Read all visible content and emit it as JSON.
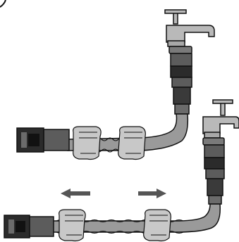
{
  "diagram": {
    "panels": [
      {
        "id": "top",
        "state": "hose-held-together"
      },
      {
        "id": "bottom",
        "state": "hose-stretched",
        "arrows": [
          "left",
          "right"
        ]
      }
    ],
    "colors": {
      "metal": "#b9b9b9",
      "metal_dark": "#7a7a7a",
      "connector_dark": "#2b2b2b",
      "connector_mid": "#5c5c5c",
      "hose": "#9a9a9a",
      "hand": "#c8c8c8",
      "outline": "#111111",
      "arrow": "#555555"
    }
  }
}
